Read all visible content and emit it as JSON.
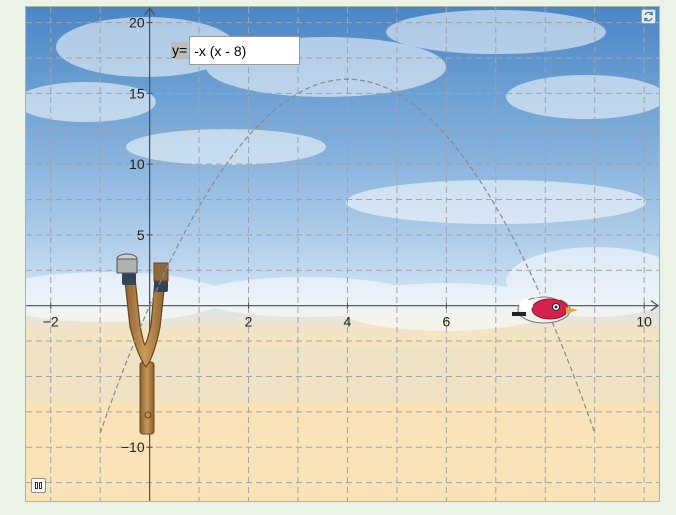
{
  "expression": {
    "label": "y=",
    "value": "-x (x - 8)"
  },
  "chart_data": {
    "type": "line",
    "x_ticks": [
      "−2",
      "2",
      "4",
      "6",
      "10"
    ],
    "y_ticks": [
      "20",
      "15",
      "10",
      "5",
      "−10"
    ],
    "xlim": [
      -2.5,
      10.3
    ],
    "ylim": [
      -13.8,
      21.1
    ],
    "grid": true,
    "series": [
      {
        "x": [
          -1,
          0,
          1,
          2,
          3,
          4,
          5,
          6,
          7,
          8,
          9
        ],
        "y": [
          -9,
          0,
          7,
          12,
          15,
          16,
          15,
          12,
          7,
          0,
          -9
        ]
      }
    ]
  },
  "icons": {
    "refresh": "refresh-icon",
    "pause": "pause-icon",
    "slingshot": "slingshot",
    "bird": "white-bird"
  },
  "colors": {
    "sky_top": "#3f7fc2",
    "sky_light": "#c5dbee",
    "horizon": "#b9d6ec",
    "ground": "#f7dfae",
    "axis": "#4c4c4c",
    "grid": "#9a9fa7",
    "curve": "#8a8a8a",
    "wood": "#b8884a",
    "bird_red": "#d6204e"
  }
}
